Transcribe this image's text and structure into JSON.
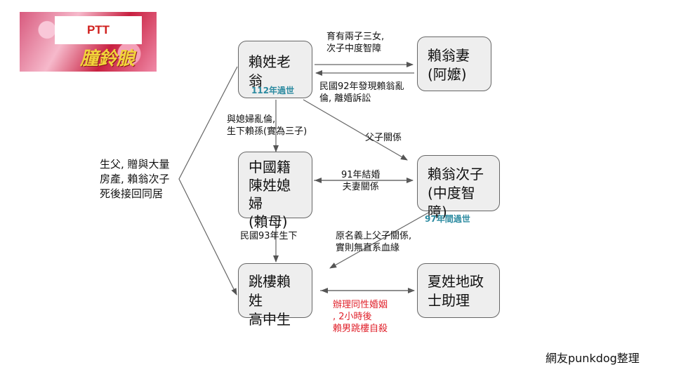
{
  "logo": {
    "ptt": "PTT",
    "name": "朣鈴朖"
  },
  "nodes": {
    "father": "賴姓老翁",
    "wife": "賴翁妻\n(阿嬤)",
    "mother": "中國籍\n陳姓媳婦\n(賴母)",
    "son": "賴翁次子\n(中度智障)",
    "student": "跳樓賴姓\n高中生",
    "clerk": "夏姓地政\n士助理"
  },
  "labels": {
    "kids": "育有兩子三女,\n次子中度智障",
    "divorce": "民國92年發現賴翁亂\n倫, 離婚訴訟",
    "incest": "與媳婦亂倫,\n生下賴孫(實為三子)",
    "father_son": "父子關係",
    "married": "91年結婚\n夫妻關係",
    "born": "民國93年生下",
    "nominal": "原名義上父子關係,\n實則無直系血緣",
    "biological": "生父, 贈與大量\n房產, 賴翁次子\n死後接回同居"
  },
  "notes": {
    "father_died": "112年過世",
    "son_died": "97年間過世",
    "event": "辦理同性婚姻\n, 2小時後\n賴男跳樓自殺"
  },
  "credit": "網友punkdog整理",
  "colors": {
    "accent_teal": "#2b8aa0",
    "alert_red": "#e0202a"
  }
}
